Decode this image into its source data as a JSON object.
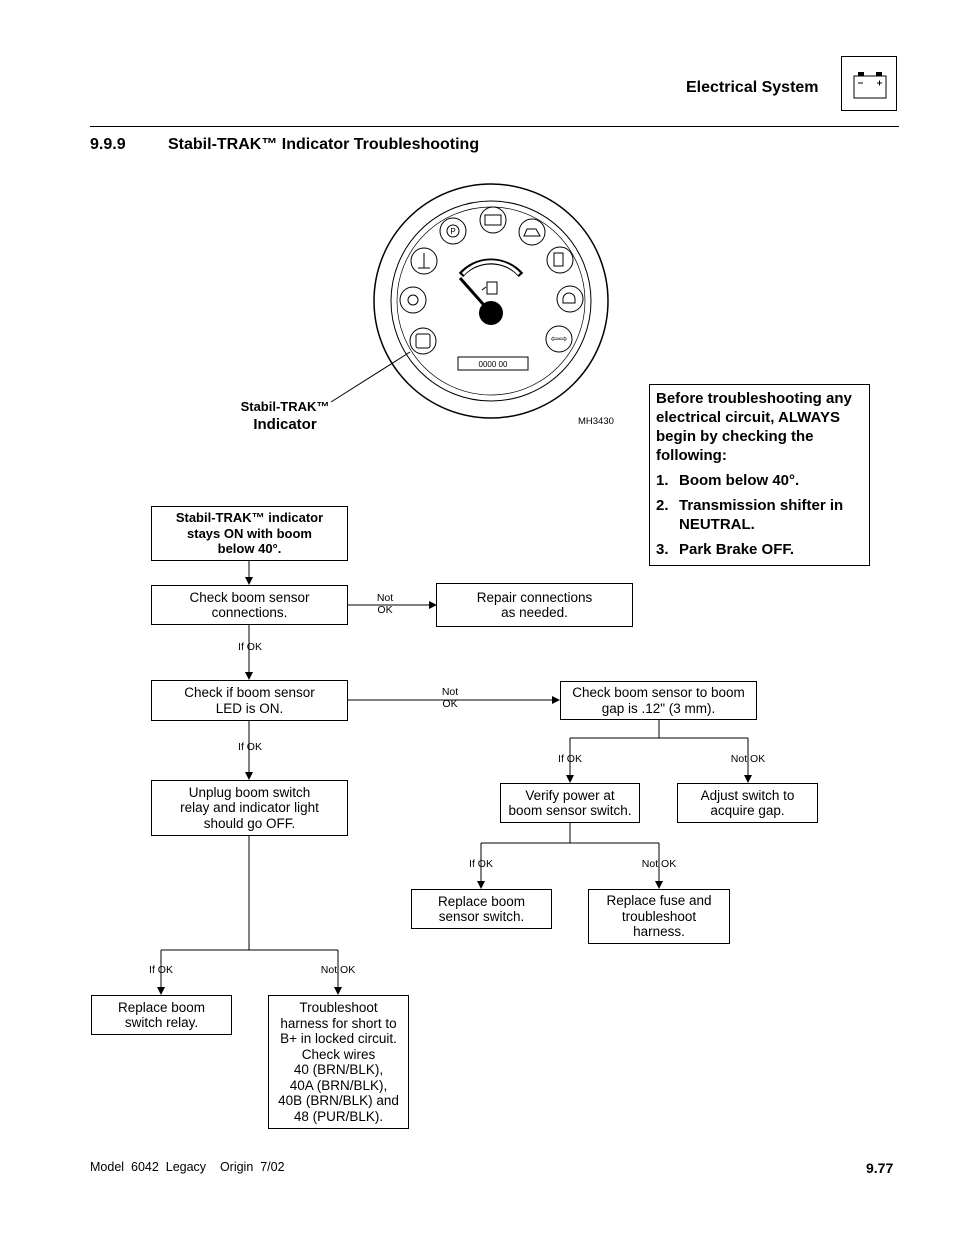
{
  "header": {
    "title": "Electrical System",
    "icon": "battery-icon"
  },
  "section": {
    "number": "9.9.9",
    "title": "Stabil-TRAK™ Indicator Troubleshooting"
  },
  "gauge": {
    "odometer": "0000 00",
    "caption_line1": "Stabil-TRAK™",
    "caption_line2": "Indicator",
    "figure_id": "MH3430",
    "icons": [
      "park-brake-icon",
      "battery-icon",
      "oil-can-icon",
      "fuel-icon",
      "temperature-icon",
      "headlight-icon",
      "turn-signal-icon",
      "stabil-trak-icon",
      "transmission-temp-icon",
      "coolant-icon"
    ]
  },
  "note": {
    "intro": "Before troubleshooting any electrical circuit, ALWAYS begin by checking the following:",
    "items": [
      {
        "num": "1.",
        "text": "Boom below 40°."
      },
      {
        "num": "2.",
        "text": "Transmission shifter in NEUTRAL."
      },
      {
        "num": "3.",
        "text": "Park Brake OFF."
      }
    ]
  },
  "flow": {
    "start": "Stabil-TRAK™ indicator\nstays ON with boom\nbelow 40°.",
    "check_connections": "Check boom sensor\nconnections.",
    "repair_connections": "Repair connections\nas needed.",
    "check_led": "Check if boom sensor\nLED is ON.",
    "check_gap": "Check boom sensor to boom\ngap is .12\" (3 mm).",
    "unplug_relay": "Unplug boom switch\nrelay and indicator light\nshould go OFF.",
    "verify_power": "Verify power at\nboom sensor switch.",
    "adjust_switch": "Adjust switch to\nacquire gap.",
    "replace_sensor": "Replace boom\nsensor switch.",
    "replace_fuse": "Replace fuse and\ntroubleshoot\nharness.",
    "replace_relay": "Replace boom\nswitch relay.",
    "troubleshoot_harness": "Troubleshoot\nharness for short to\nB+ in locked circuit.\nCheck wires\n40 (BRN/BLK),\n40A (BRN/BLK),\n40B (BRN/BLK) and\n48 (PUR/BLK).",
    "labels": {
      "not_ok_1": "Not\nOK",
      "if_ok_1": "If OK",
      "not_ok_2": "Not\nOK",
      "if_ok_2": "If OK",
      "if_ok_gap": "If OK",
      "not_ok_gap": "Not OK",
      "if_ok_power": "If OK",
      "not_ok_power": "Not OK",
      "if_ok_relay": "If OK",
      "not_ok_relay": "Not OK"
    }
  },
  "footer": {
    "left": "Model  6042  Legacy    Origin  7/02",
    "page": "9.77"
  }
}
